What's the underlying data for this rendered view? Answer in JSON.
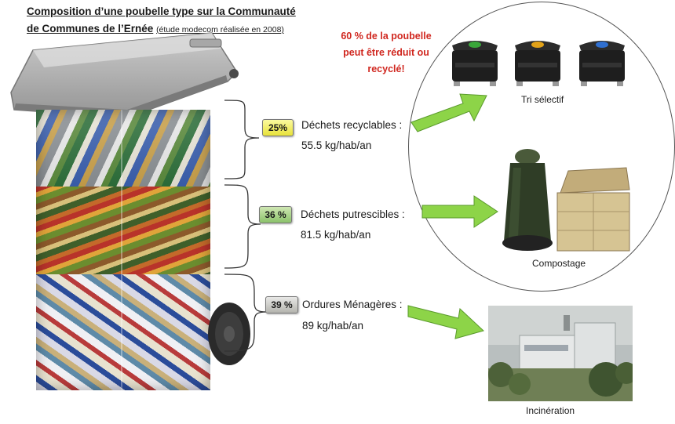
{
  "title": {
    "line1": "Composition d’une poubelle type sur la Communauté",
    "line2": "de Communes de l’Ernée",
    "note": "(étude modecom réalisée en 2008)"
  },
  "highlight": {
    "text_l1": "60 % de la poubelle",
    "text_l2": "peut être réduit ou",
    "text_l3": "recyclé!",
    "color": "#d0271f"
  },
  "categories": [
    {
      "percent": "25%",
      "name": "Déchets recyclables :",
      "quantity": "55.5 kg/hab/an",
      "badge_color": "#f0ec55"
    },
    {
      "percent": "36 %",
      "name": "Déchets putrescibles :",
      "quantity": "81.5 kg/hab/an",
      "badge_color": "#9ccd7c"
    },
    {
      "percent": "39 %",
      "name": "Ordures Ménagères :",
      "quantity": "89 kg/hab/an",
      "badge_color": "#c4c4be"
    }
  ],
  "destinations": {
    "tri": "Tri sélectif",
    "compost": "Compostage",
    "incineration": "Incinération"
  },
  "container_lid_colors": [
    "#3aa63a",
    "#e2a218",
    "#2f6fd0"
  ],
  "arrow_color": "#8dd448"
}
